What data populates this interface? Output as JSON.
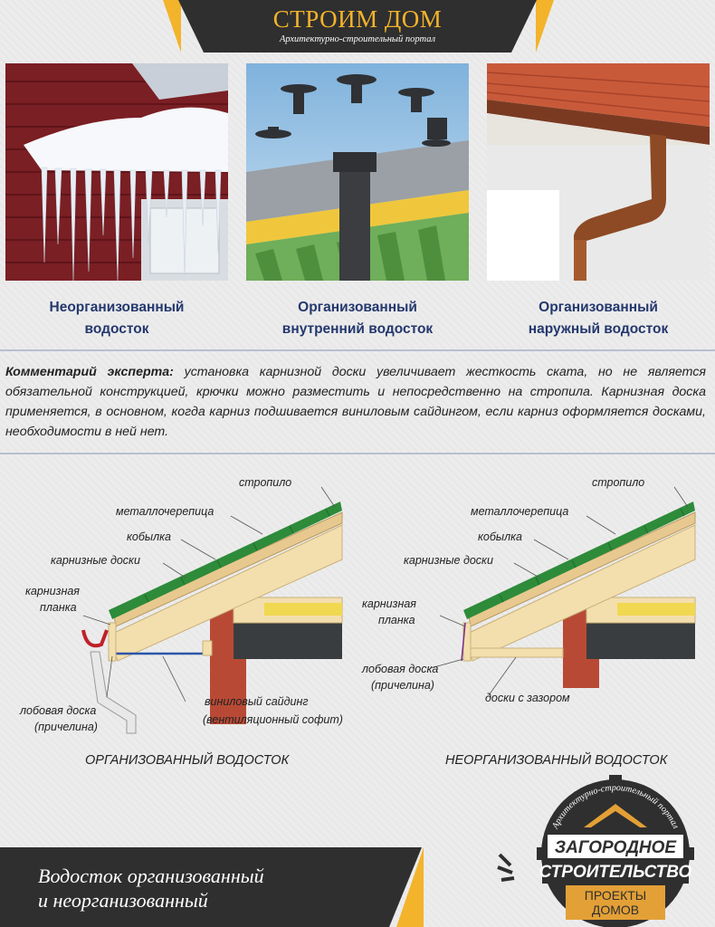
{
  "header": {
    "title": "СТРОИМ ДОМ",
    "subtitle": "Архитектурно-строительный портал"
  },
  "photos": [
    {
      "caption_line1": "Неорганизованный",
      "caption_line2": "водосток"
    },
    {
      "caption_line1": "Организованный",
      "caption_line2": "внутренний водосток"
    },
    {
      "caption_line1": "Организованный",
      "caption_line2": "наружный водосток"
    }
  ],
  "comment": {
    "lead": "Комментарий эксперта:",
    "text": " установка карнизной доски увеличивает жесткость ската, но не является обязательной конструкцией, крючки можно разместить и непосредственно на стропила. Карнизная доска применяется, в основном, когда карниз подшивается виниловым сайдингом, если карниз оформляется досками, необходимости в ней нет."
  },
  "diagram_left": {
    "title": "ОРГАНИЗОВАННЫЙ ВОДОСТОК",
    "labels": {
      "rafter": "стропило",
      "metal_tile": "металлочерепица",
      "kobylka": "кобылка",
      "eave_boards": "карнизные доски",
      "eave_strip_1": "карнизная",
      "eave_strip_2": "планка",
      "fascia_1": "лобовая доска",
      "fascia_2": "(причелина)",
      "siding_1": "виниловый сайдинг",
      "siding_2": "(вентиляционный софит)"
    }
  },
  "diagram_right": {
    "title": "НЕОРГАНИЗОВАННЫЙ ВОДОСТОК",
    "labels": {
      "rafter": "стропило",
      "metal_tile": "металлочерепица",
      "kobylka": "кобылка",
      "eave_boards": "карнизные доски",
      "eave_strip_1": "карнизная",
      "eave_strip_2": "планка",
      "fascia_1": "лобовая доска",
      "fascia_2": "(причелина)",
      "gap_boards": "доски с зазором"
    }
  },
  "footer": {
    "line1": "Водосток организованный",
    "line2": "и неорганизованный"
  },
  "badge": {
    "ring_text": "Архитектурно-строительный портал",
    "line1": "ЗАГОРОДНОЕ",
    "line2": "СТРОИТЕЛЬСТВО",
    "line3": "ПРОЕКТЫ",
    "line4": "ДОМОВ"
  },
  "colors": {
    "accent": "#f3b32b",
    "dark": "#2f2f2f",
    "caption": "#24386e",
    "roof_green": "#2e8b3a",
    "wood": "#f3dfad",
    "brick": "#b84a35"
  }
}
